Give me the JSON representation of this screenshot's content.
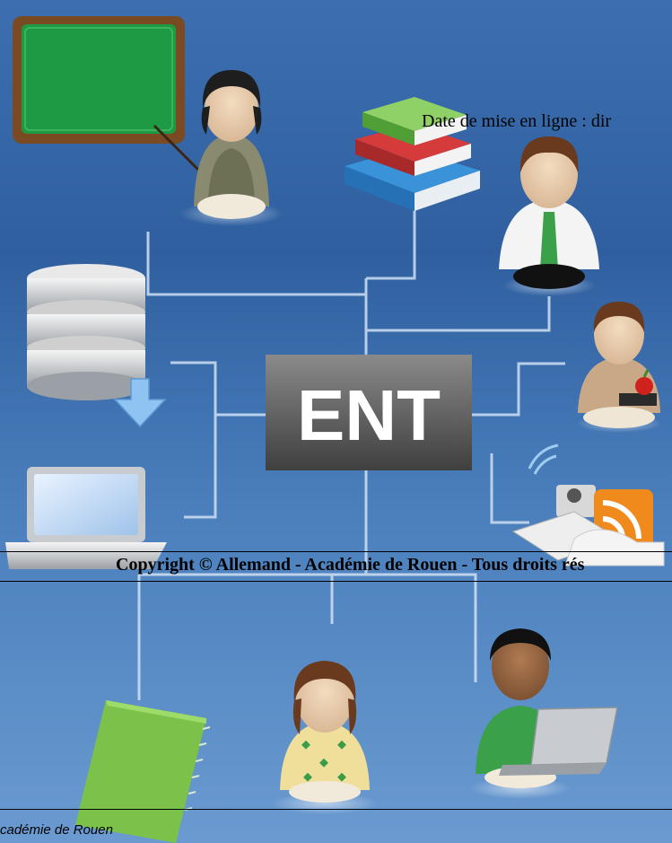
{
  "header": {
    "date_label": "Date de mise en ligne : dir"
  },
  "illustration": {
    "center_label": "ENT",
    "colors": {
      "background": "#3d6fb0",
      "connector": "#cfe0f4",
      "ent_box": "#5a5a5a",
      "board": "#1f9a44",
      "notebook": "#7cc24a"
    },
    "icons": [
      "chalkboard-icon",
      "teacher-icon",
      "books-icon",
      "administrator-icon",
      "database-icon",
      "student-boy-icon",
      "laptop-icon",
      "rss-devices-icon",
      "notebook-icon",
      "student-girl-icon",
      "student-laptop-icon"
    ]
  },
  "copyright": {
    "text": "Copyright ©  Allemand - Académie de Rouen - Tous droits rés"
  },
  "footer": {
    "text": "cadémie de Rouen"
  }
}
